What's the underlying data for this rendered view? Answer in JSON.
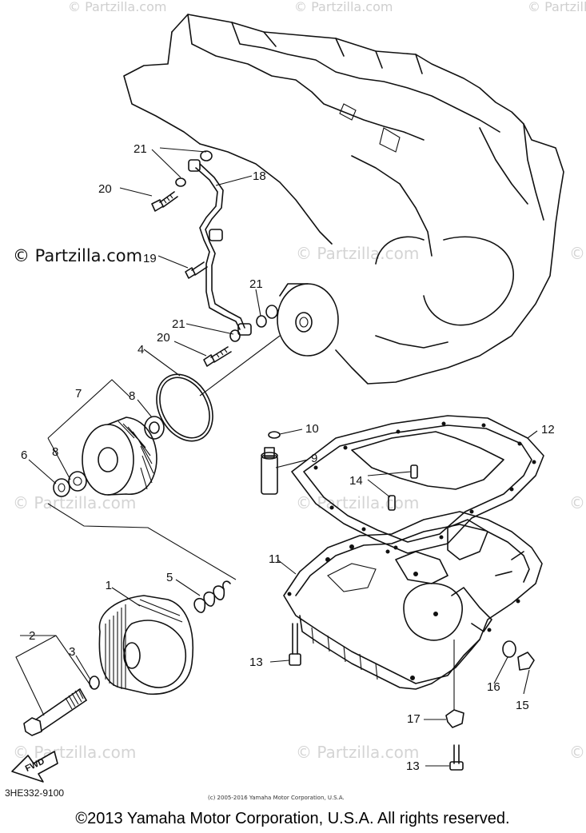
{
  "watermarks": {
    "main": "© Partzilla.com",
    "faint": "© Partzilla.com"
  },
  "labels": {
    "l1": "1",
    "l2": "2",
    "l3": "3",
    "l4": "4",
    "l5": "5",
    "l6": "6",
    "l7": "7",
    "l8a": "8",
    "l8b": "8",
    "l9": "9",
    "l10": "10",
    "l11": "11",
    "l12": "12",
    "l13a": "13",
    "l13b": "13",
    "l14": "14",
    "l15": "15",
    "l16": "16",
    "l17": "17",
    "l18": "18",
    "l19": "19",
    "l20a": "20",
    "l20b": "20",
    "l21a": "21",
    "l21b": "21",
    "l21c": "21"
  },
  "fwd_label": "FWD",
  "diagram_code": "3HE332-9100",
  "small_copyright": "(c) 2005-2016 Yamaha Motor Corporation, U.S.A.",
  "footer_copyright": "©2013 Yamaha Motor Corporation, U.S.A. All rights reserved."
}
